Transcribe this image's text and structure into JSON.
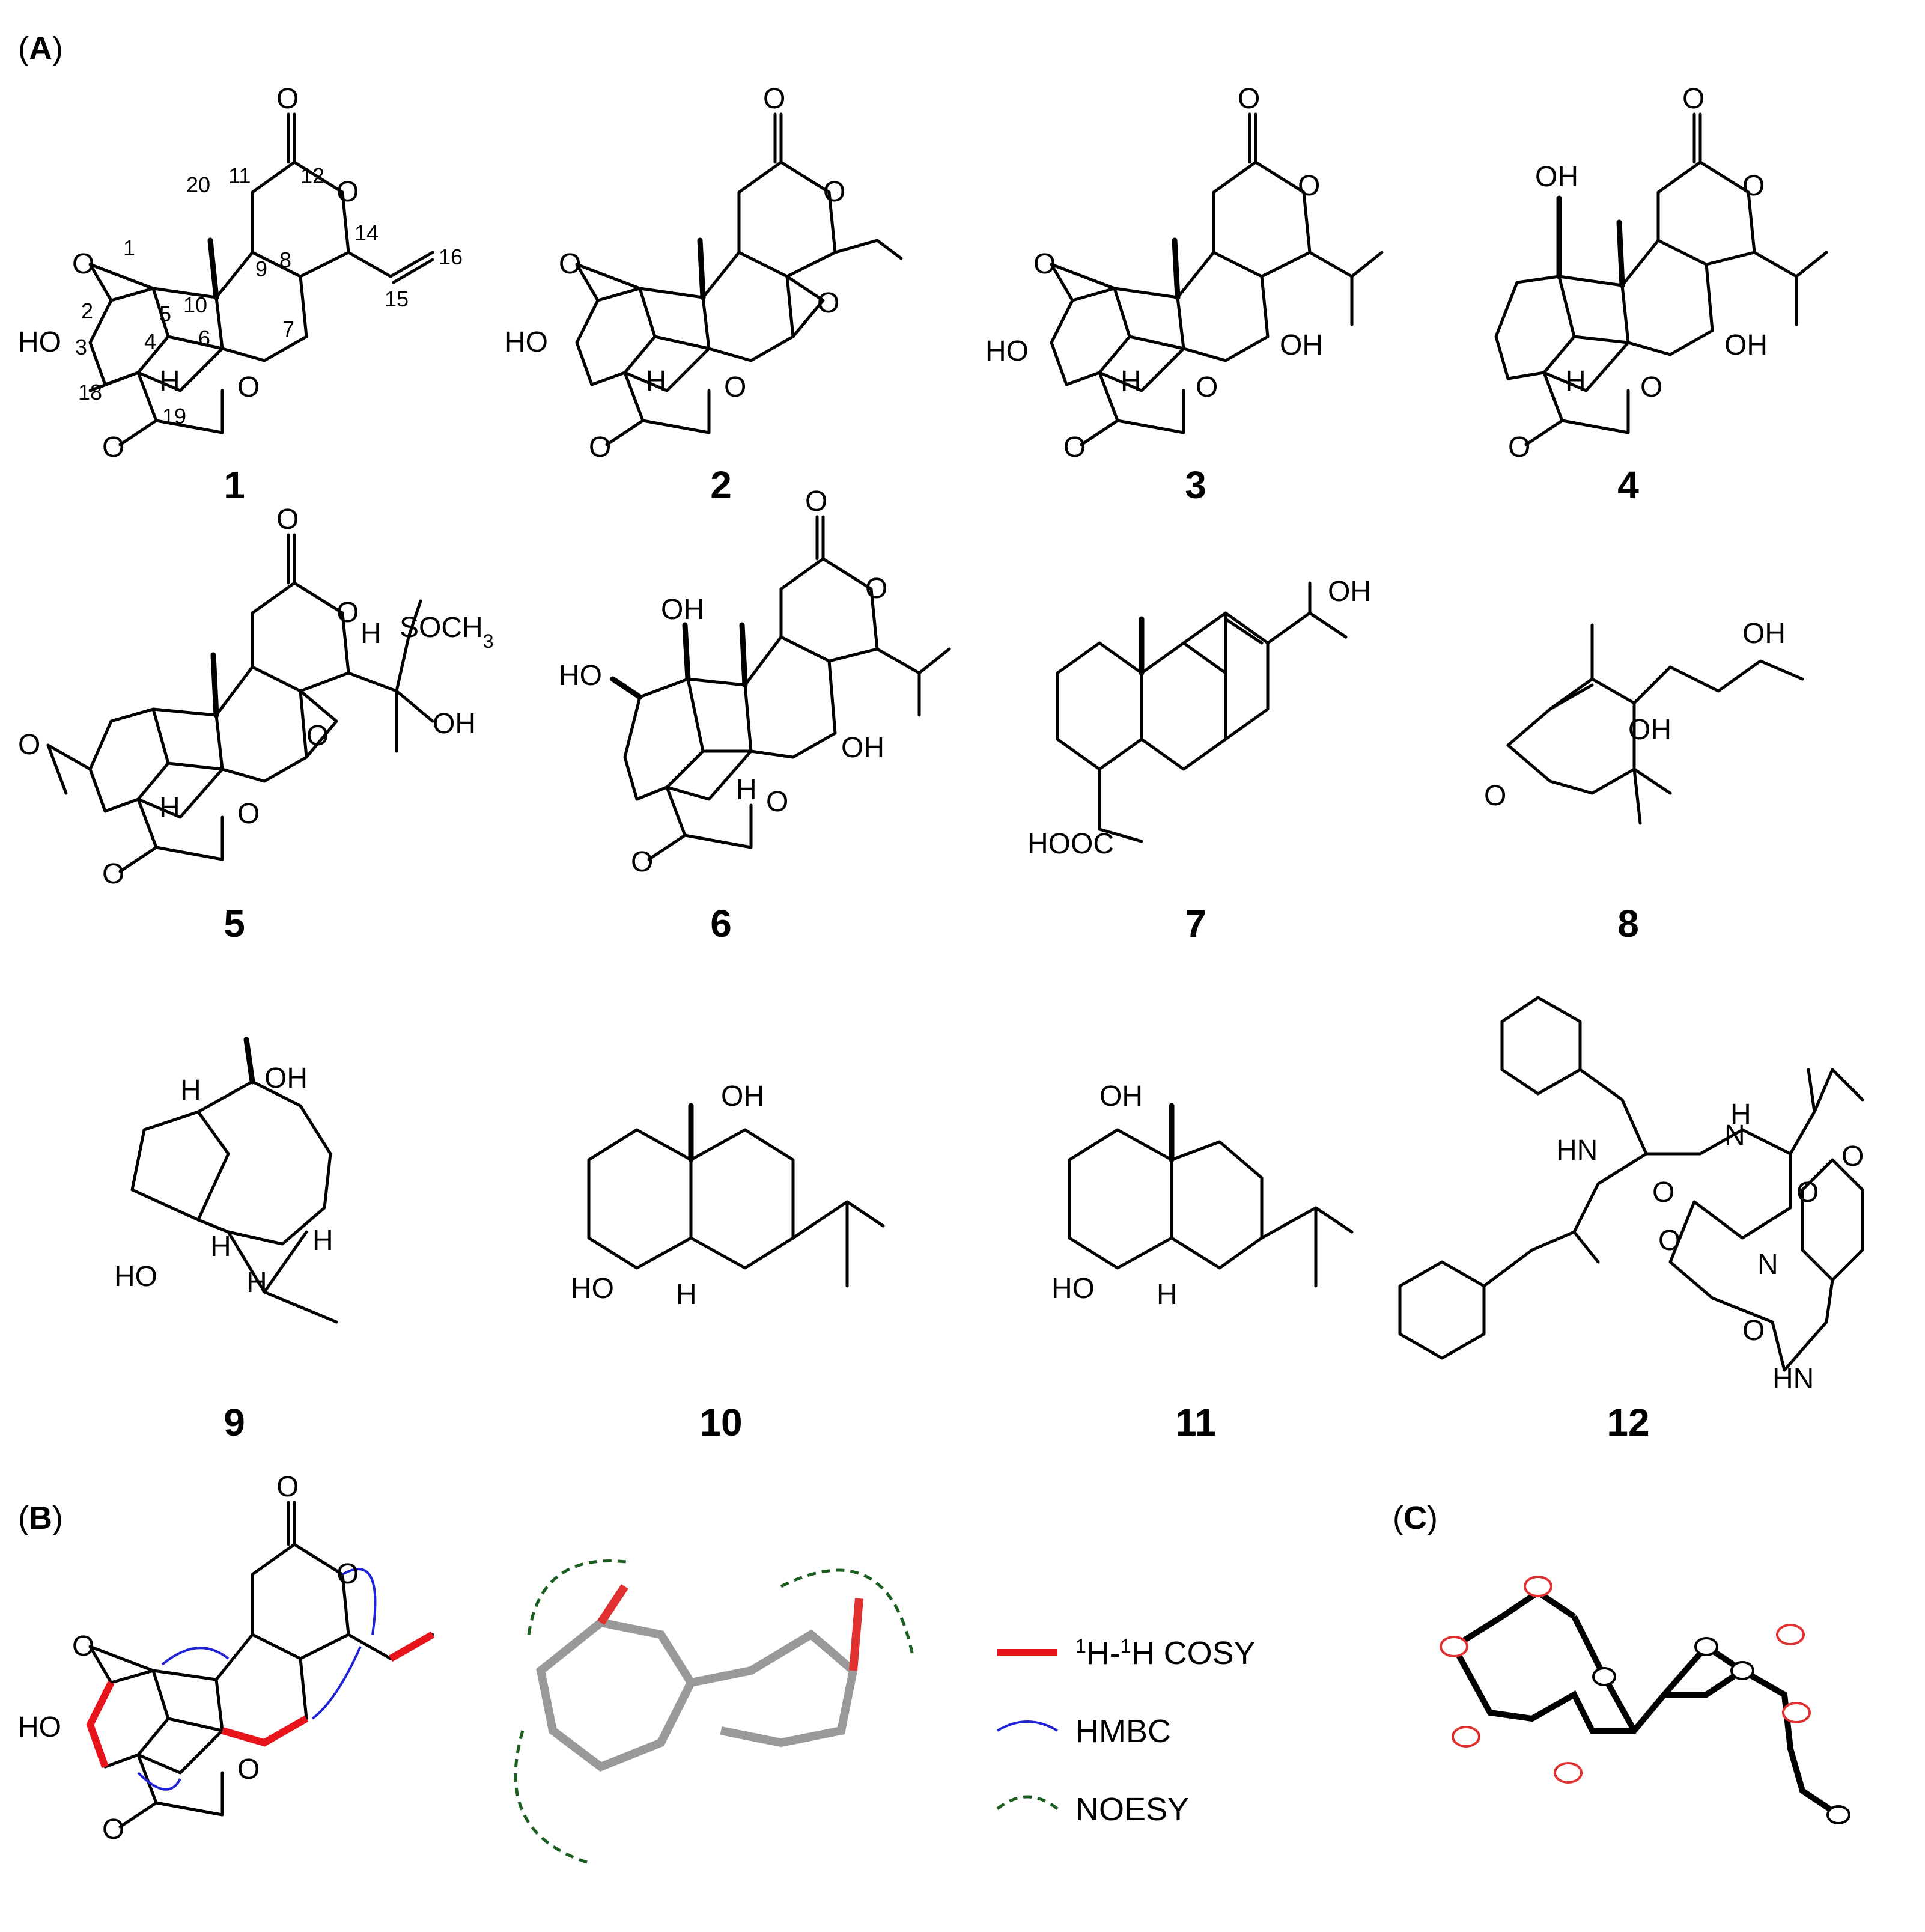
{
  "panels": {
    "A": "A",
    "B": "B",
    "C": "C"
  },
  "compounds": [
    "1",
    "2",
    "3",
    "4",
    "5",
    "6",
    "7",
    "8",
    "9",
    "10",
    "11",
    "12"
  ],
  "atoms": {
    "O": "O",
    "HO": "HO",
    "OH": "OH",
    "H": "H",
    "HOOC": "HOOC",
    "SOCH3": "SOCH",
    "SOCH3_sub": "3",
    "HN": "HN",
    "N": "N"
  },
  "numbering": [
    "1",
    "2",
    "3",
    "4",
    "5",
    "6",
    "7",
    "8",
    "9",
    "10",
    "11",
    "12",
    "14",
    "15",
    "16",
    "18",
    "19",
    "20"
  ],
  "legend": {
    "cosy_sup": "1",
    "cosy_text": "H-",
    "cosy_sup2": "1",
    "cosy_text2": "H COSY",
    "hmbc": "HMBC",
    "noesy": "NOESY"
  },
  "colors": {
    "cosy": "#e8141b",
    "hmbc": "#1f22d6",
    "noesy": "#1b5e20",
    "oxygen": "#e03030",
    "hydrogen": "#ff9ec0"
  }
}
